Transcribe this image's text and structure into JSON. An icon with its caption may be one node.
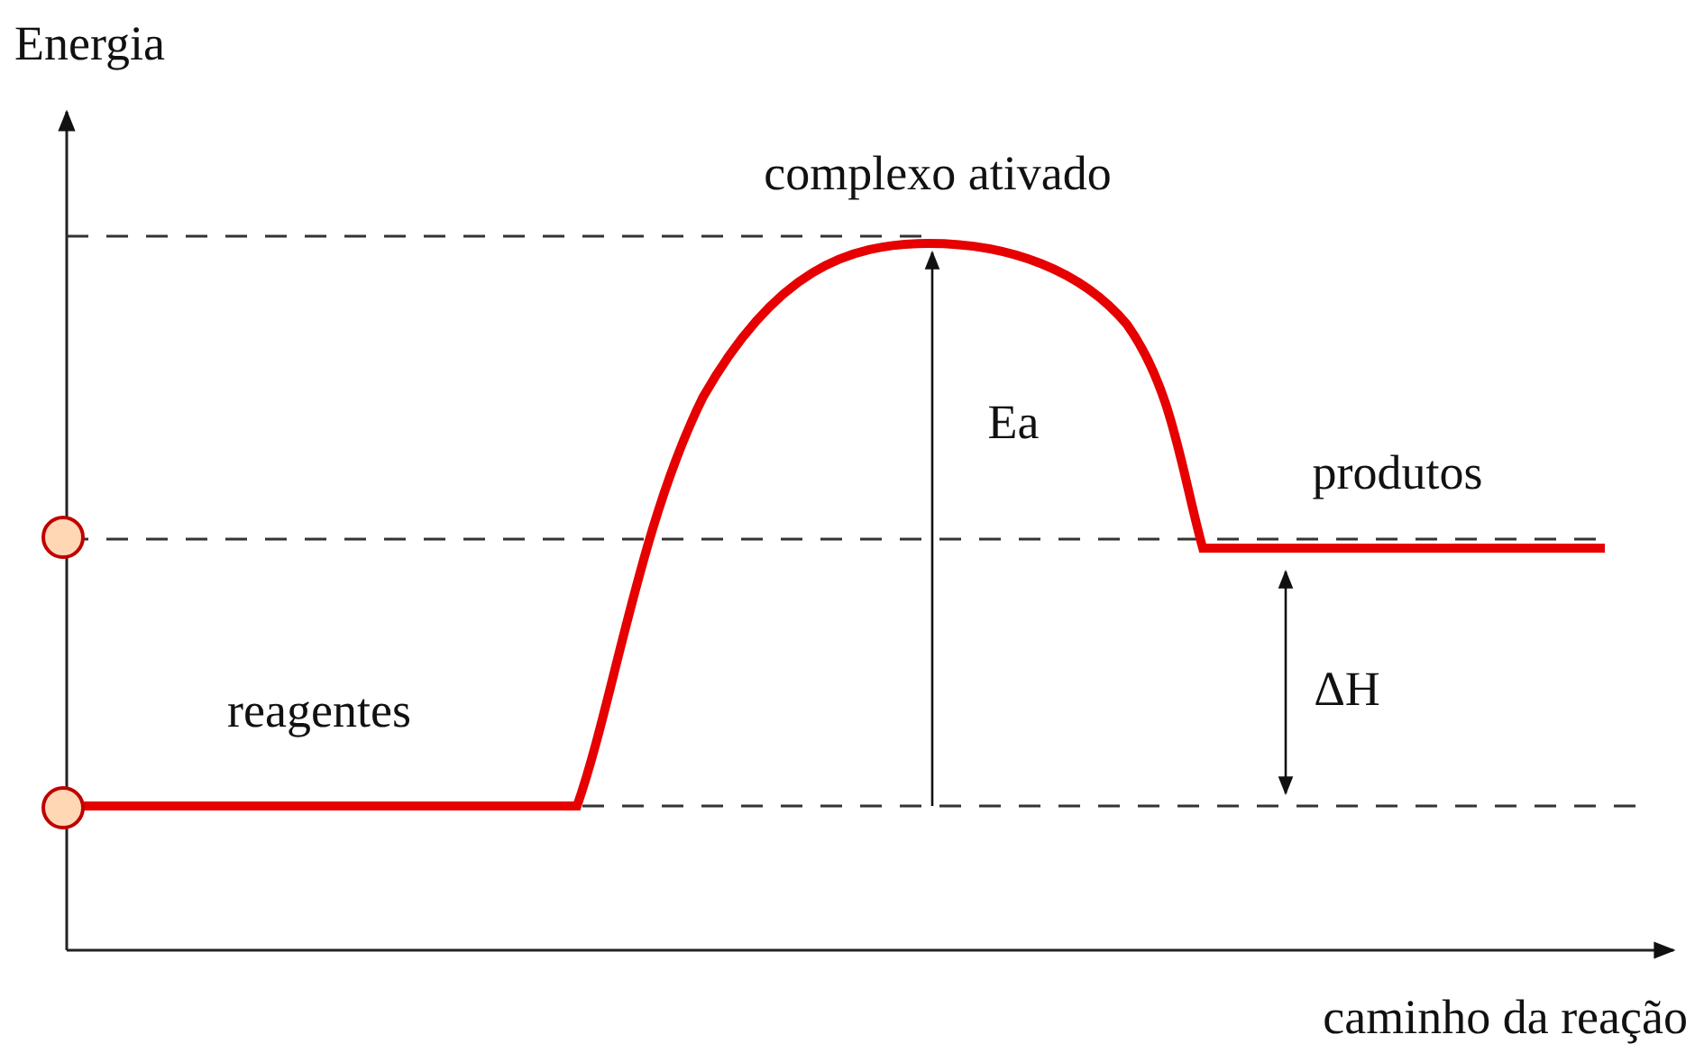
{
  "diagram": {
    "labels": [
      "Energia",
      "complexo ativado",
      "Ea",
      "produtos",
      "reagentes",
      "ΔH",
      "caminho da reação"
    ]
  }
}
